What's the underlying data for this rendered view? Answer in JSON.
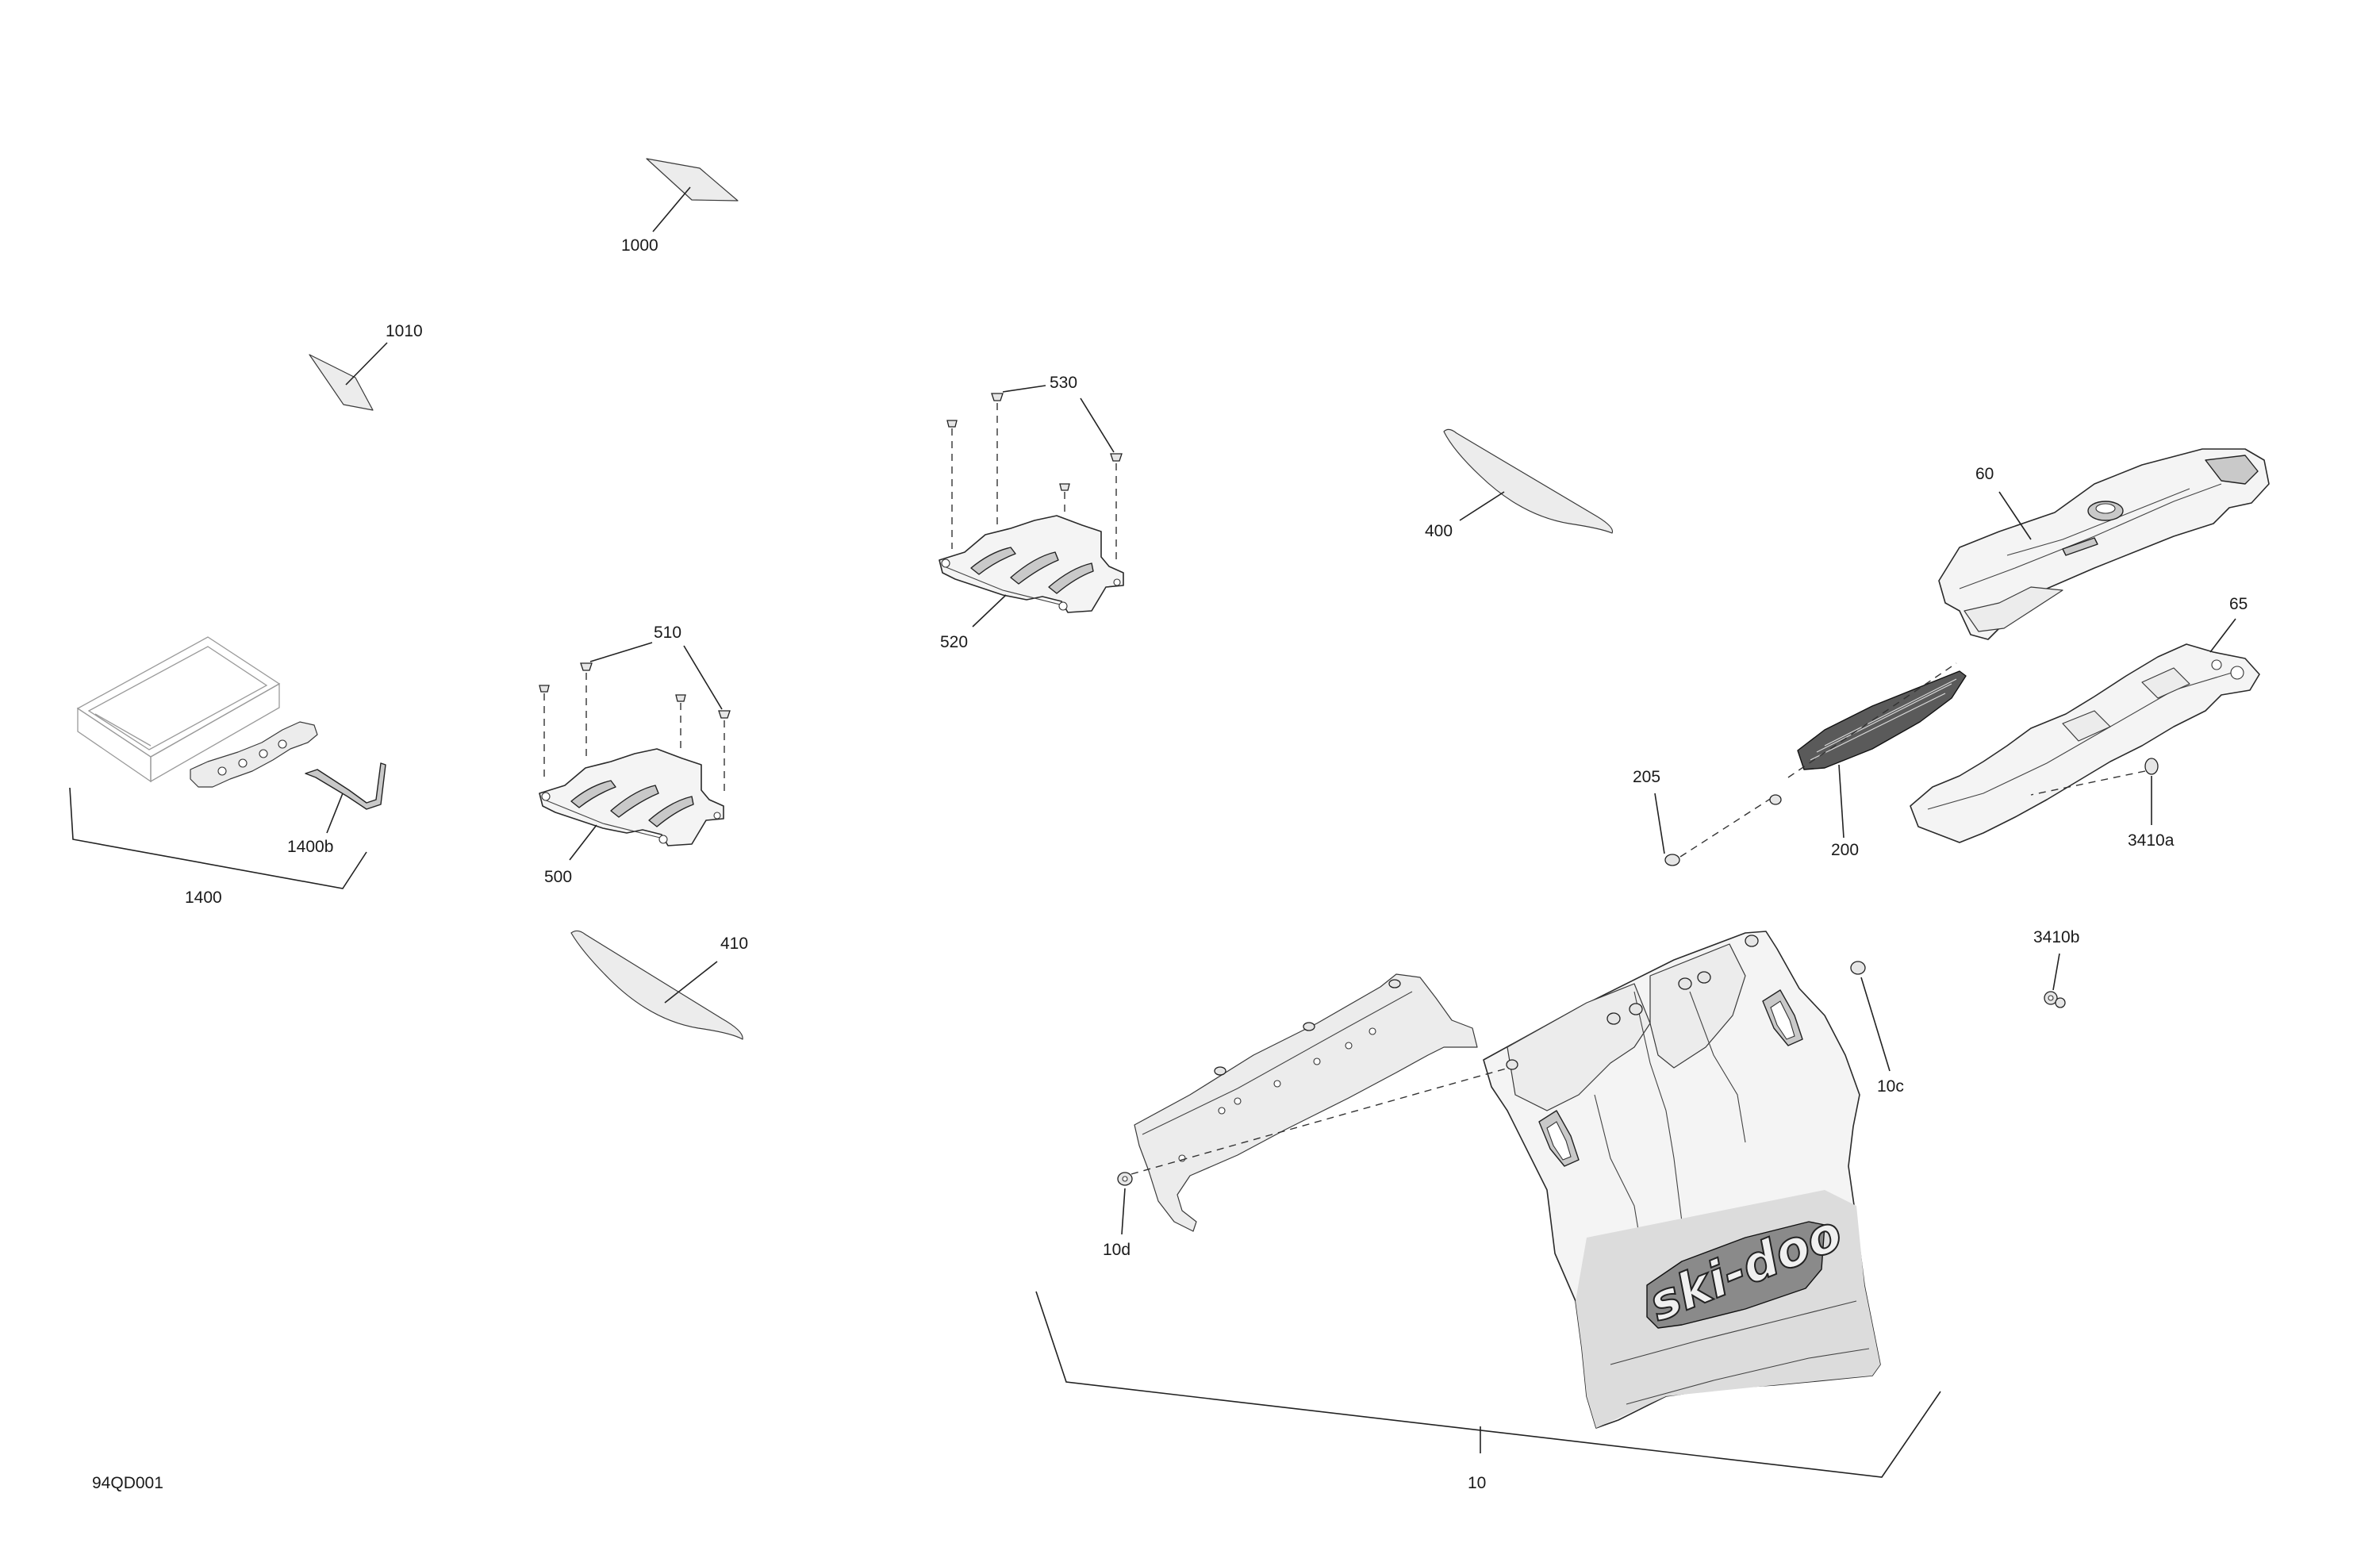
{
  "diagram": {
    "reference_code": "94QD001",
    "callouts": {
      "c1000": "1000",
      "c1010": "1010",
      "c530": "530",
      "c520": "520",
      "c510": "510",
      "c500": "500",
      "c1400": "1400",
      "c1400b": "1400b",
      "c410": "410",
      "c400": "400",
      "c60": "60",
      "c65": "65",
      "c205": "205",
      "c200": "200",
      "c3410a": "3410a",
      "c3410b": "3410b",
      "c10c": "10c",
      "c10d": "10d",
      "c10": "10"
    },
    "logo_text": "ski-doo"
  }
}
